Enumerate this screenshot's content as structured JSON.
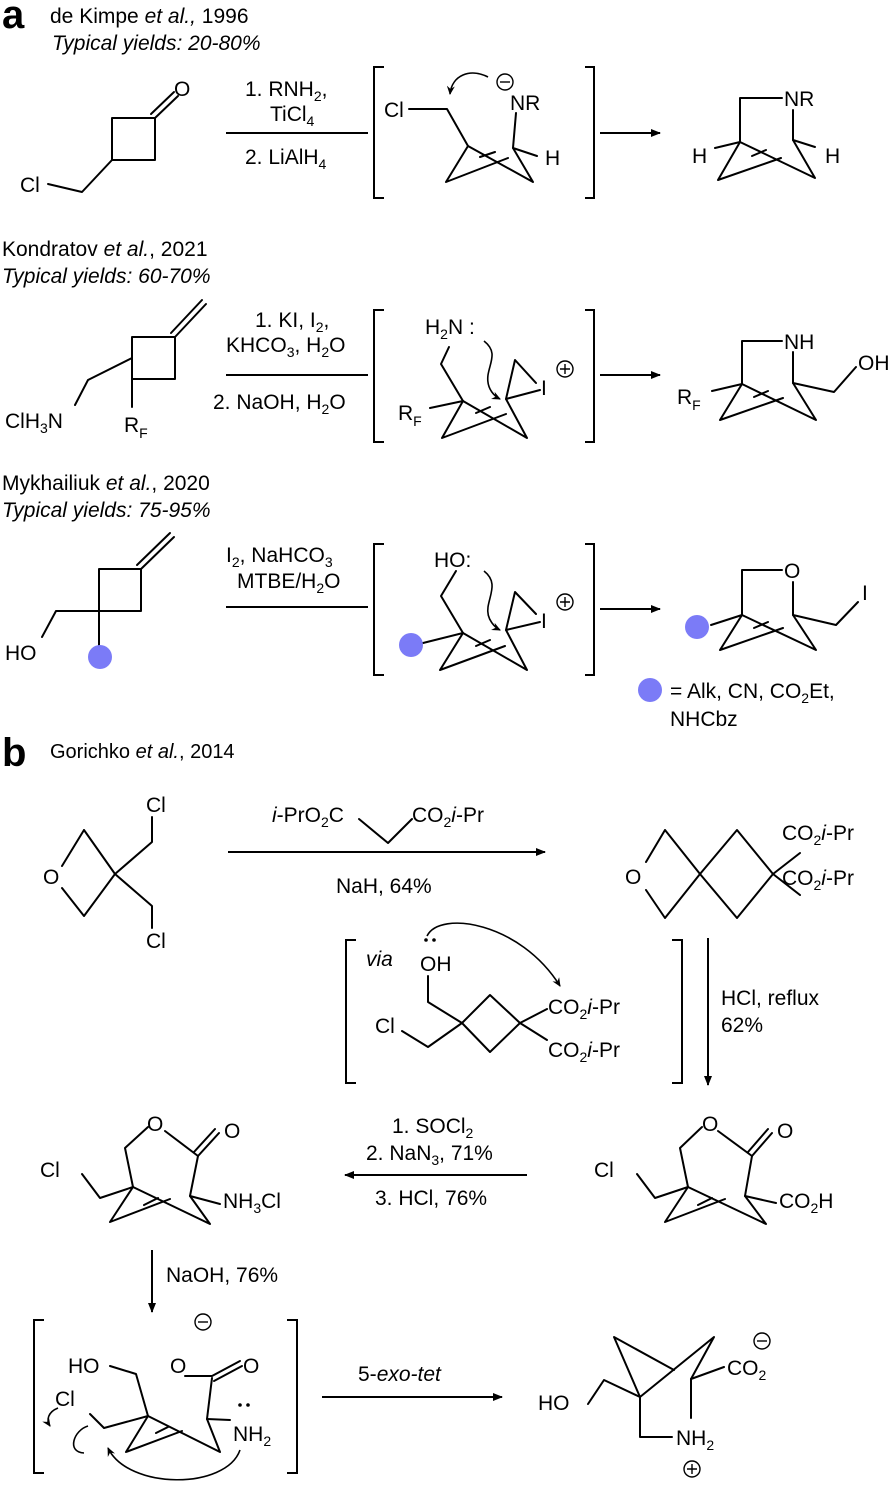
{
  "panel_a": {
    "label": "a",
    "reactions": [
      {
        "author": "de Kimpe",
        "etal": "et al.,",
        "year": "1996",
        "yields": "Typical yields: 20-80%",
        "reagents_above": [
          "1. RNH",
          "2",
          ",",
          "TiCl",
          "4"
        ],
        "reagents_below": [
          "2. LiAlH",
          "4"
        ],
        "start_labels": {
          "ketone_O": "O",
          "chloride": "Cl"
        },
        "intermediate_labels": {
          "chloride": "Cl",
          "amide": "NR",
          "charge": "−",
          "hydrogen": "H"
        },
        "product_labels": {
          "amine": "NR",
          "h_left": "H",
          "h_right": "H"
        }
      },
      {
        "author": "Kondratov",
        "etal": "et al.",
        "year": ", 2021",
        "yields": "Typical yields: 60-70%",
        "reagents_line1": [
          "1. KI, I",
          "2",
          ","
        ],
        "reagents_line2": [
          "KHCO",
          "3",
          ", H",
          "2",
          "O"
        ],
        "reagents_below": [
          "2. NaOH, H",
          "2",
          "O"
        ],
        "start_labels": {
          "ammonium": [
            "ClH",
            "3",
            "N"
          ],
          "rf": [
            "R",
            "F"
          ]
        },
        "intermediate_labels": {
          "amine": [
            "H",
            "2",
            "N :"
          ],
          "rf": [
            "R",
            "F"
          ],
          "iodonium": "I",
          "charge": "+"
        },
        "product_labels": {
          "amine": "NH",
          "hydroxyl": "OH",
          "rf": [
            "R",
            "F"
          ]
        }
      },
      {
        "author": "Mykhailiuk",
        "etal": "et al.",
        "year": ", 2020",
        "yields": "Typical yields: 75-95%",
        "reagents_line1": [
          "I",
          "2",
          ", NaHCO",
          "3"
        ],
        "reagents_line2": [
          "MTBE/H",
          "2",
          "O"
        ],
        "start_labels": {
          "hydroxyl": "HO"
        },
        "intermediate_labels": {
          "hydroxyl": "HO:",
          "iodonium": "I",
          "charge": "+"
        },
        "product_labels": {
          "oxygen": "O",
          "iodide": "I"
        },
        "legend": {
          "line1": [
            "= Alk, CN, CO",
            "2",
            "Et,"
          ],
          "line2": "NHCbz"
        }
      }
    ],
    "substituent_color": "#7b7bf7"
  },
  "panel_b": {
    "label": "b",
    "author": "Gorichko",
    "etal": "et al.",
    "year": ", 2014",
    "step1": {
      "reagent_left": [
        "i",
        "-PrO",
        "2",
        "C"
      ],
      "reagent_right": [
        "CO",
        "2",
        "i",
        "-Pr"
      ],
      "conditions": "NaH, 64%"
    },
    "start_labels": {
      "oxygen": "O",
      "cl_top": "Cl",
      "cl_bottom": "Cl"
    },
    "spiro_labels": {
      "oxygen": "O",
      "ester": [
        "CO",
        "2",
        "i",
        "-Pr"
      ]
    },
    "via": {
      "label": "via",
      "hydroxyl": "OH",
      "lone_pair": "··",
      "chloride": "Cl",
      "ester": [
        "CO",
        "2",
        "i",
        "-Pr"
      ]
    },
    "step2": {
      "line1": "HCl, reflux",
      "line2": "62%"
    },
    "step3": {
      "line1": [
        "1. SOCl",
        "2"
      ],
      "line2": [
        "2. NaN",
        "3",
        ", 71%"
      ],
      "line3": "3. HCl, 76%"
    },
    "lactone_acid_labels": {
      "ring_O": "O",
      "carbonyl_O": "O",
      "chloride": "Cl",
      "acid": [
        "CO",
        "2",
        "H"
      ]
    },
    "lactone_amine_labels": {
      "ring_O": "O",
      "carbonyl_O": "O",
      "chloride": "Cl",
      "ammonium": [
        "NH",
        "3",
        "Cl"
      ]
    },
    "step4": {
      "conditions": "NaOH, 76%"
    },
    "carboxylate_labels": {
      "O_minus": "O",
      "carbonyl_O": "O",
      "hydroxyl": "HO",
      "chloride": "Cl",
      "amine": [
        "NH",
        "2"
      ],
      "lone_pair": "··",
      "charge": "−"
    },
    "step5": {
      "label": [
        "5-",
        "exo-tet"
      ]
    },
    "product_labels": {
      "hydroxyl": "HO",
      "carboxylate": [
        "CO",
        "2"
      ],
      "amine": [
        "NH",
        "2"
      ],
      "neg": "−",
      "pos": "+"
    }
  }
}
